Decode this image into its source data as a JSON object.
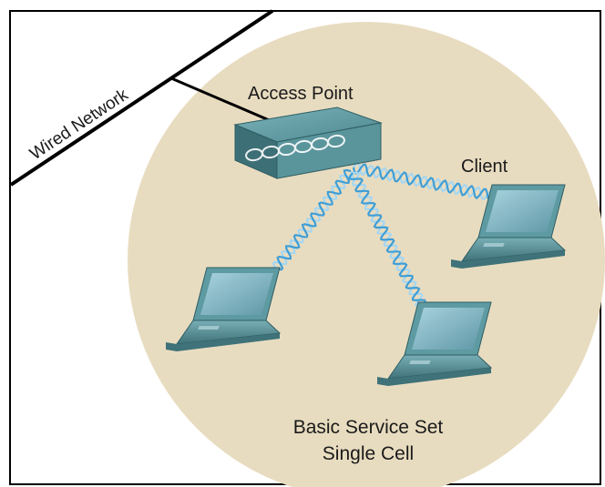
{
  "labels": {
    "wired_network": "Wired Network",
    "access_point": "Access Point",
    "client": "Client",
    "bss_line1": "Basic Service Set",
    "bss_line2": "Single Cell"
  },
  "colors": {
    "cell_fill": "#e8dcc0",
    "frame": "#000000",
    "device_top": "#5e9aa1",
    "device_side": "#3f7279",
    "screen": "#7fb3c1",
    "signal_a": "#3f9ed6",
    "signal_b": "#a6d6f0"
  },
  "icons": [
    "access-point-icon",
    "laptop-icon",
    "wireless-signal-icon"
  ]
}
